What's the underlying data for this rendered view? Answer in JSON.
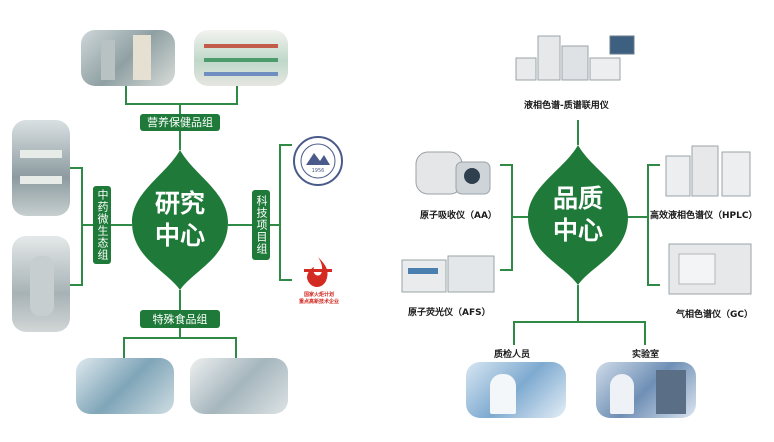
{
  "research": {
    "hub_line1": "研究",
    "hub_line2": "中心",
    "top_group": "营养保健品组",
    "bottom_group": "特殊食品组",
    "left_group": "中药微生态组",
    "right_group": "科技项目组",
    "badge_year": "1956",
    "logo_caption_line1": "国家火炬计划",
    "logo_caption_line2": "重点高新技术企业"
  },
  "quality": {
    "hub_line1": "品质",
    "hub_line2": "中心",
    "lcms": "液相色谱-质谱联用仪",
    "aa": "原子吸收仪（AA）",
    "afs": "原子荧光仪（AFS）",
    "hplc": "高效液相色谱仪（HPLC）",
    "gc": "气相色谱仪（GC）",
    "inspectors": "质检人员",
    "lab": "实验室"
  },
  "colors": {
    "hub_green": "#1f7a3a",
    "line_green": "#2f8a45"
  }
}
